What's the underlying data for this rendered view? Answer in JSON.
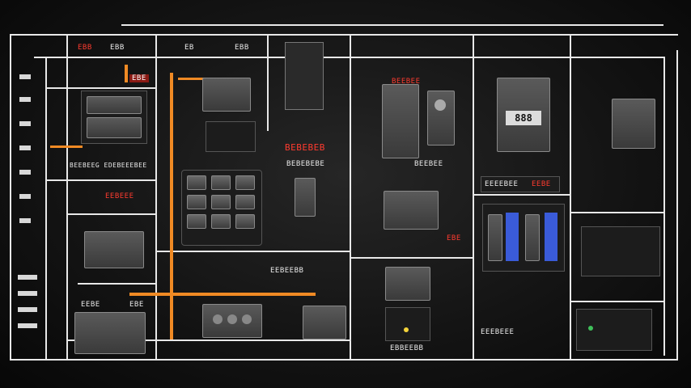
{
  "labels": {
    "top_left_a": "EBB",
    "top_left_b": "EBB",
    "top_mid_a": "EB",
    "top_mid_b": "EBB",
    "panel_left_title": "BEEBEEG EDEBEEEBEE",
    "panel_left_red": "EEBEEE",
    "mid_red_label": "BEBEBEB",
    "mid_white_label": "BEBEBEBE",
    "bottom_mid_label": "EEBEEBB",
    "center_top_red": "BEEBEE",
    "center_label": "BEEBEE",
    "right_panel_title": "EEEEBEE",
    "right_red": "EEBE",
    "display_readout": "888",
    "bottom_right_label": "EEEBEEE",
    "bottom_center_label": "EBBEEBB",
    "small_red": "EBE",
    "left_small_a": "EEBE",
    "left_small_b": "EBE"
  },
  "colors": {
    "background": "#141414",
    "wire_white": "#e8e8e8",
    "wire_orange": "#f08a24",
    "accent_red": "#ff3b2f",
    "accent_blue": "#3a5bd9"
  }
}
